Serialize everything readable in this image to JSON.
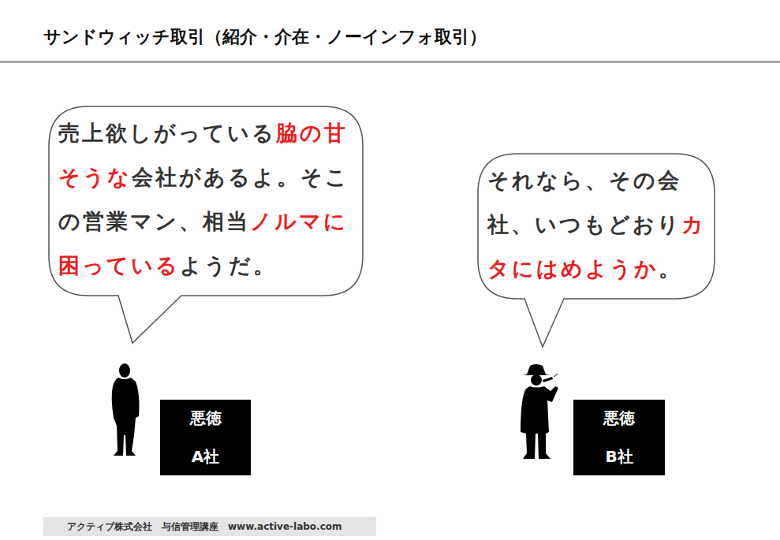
{
  "diagram": {
    "title": "サンドウィッチ取引（紹介・介在・ノーインフォ取引）",
    "nodes": [
      {
        "text": [
          "売上欲しがっている",
          "脇の甘そうな",
          "会社があるよ。そこの営業マン、相当",
          "ノルマに困っている",
          "ようだ。"
        ]
      },
      {
        "text": [
          "それなら、その会社、いつもどおり",
          "カタにはめようか",
          "。"
        ]
      },
      {
        "text": [
          "悪徳",
          "A社"
        ]
      },
      {
        "text": [
          "悪徳",
          "B社"
        ]
      }
    ],
    "labels": [
      "アクティブ株式会社　与信管理講座　www.active-labo.com"
    ]
  }
}
